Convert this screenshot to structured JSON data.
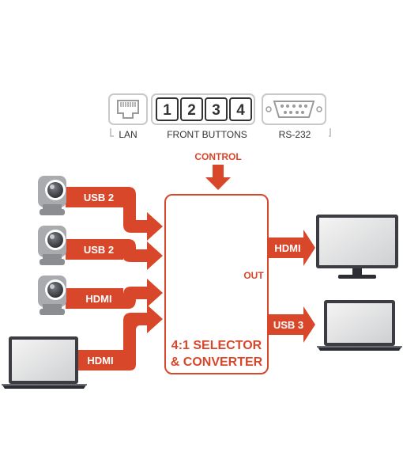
{
  "colors": {
    "accent": "#d9472b",
    "outline": "#c9c9c9",
    "text": "#333333",
    "device_gray": "#a9abae"
  },
  "control_panel": {
    "lan_label": "LAN",
    "front_buttons_label": "FRONT BUTTONS",
    "rs232_label": "RS-232",
    "buttons": [
      "1",
      "2",
      "3",
      "4"
    ],
    "control_label": "CONTROL"
  },
  "inputs": [
    {
      "device": "camera-icon",
      "connection": "USB 2"
    },
    {
      "device": "camera-icon",
      "connection": "USB 2"
    },
    {
      "device": "camera-icon",
      "connection": "HDMI"
    },
    {
      "device": "laptop-icon",
      "connection": "HDMI"
    }
  ],
  "selector": {
    "title_line1": "4:1 SELECTOR",
    "title_line2": "& CONVERTER",
    "out_label": "OUT"
  },
  "outputs": [
    {
      "device": "monitor-icon",
      "connection": "HDMI"
    },
    {
      "device": "laptop-icon",
      "connection": "USB 3"
    }
  ]
}
